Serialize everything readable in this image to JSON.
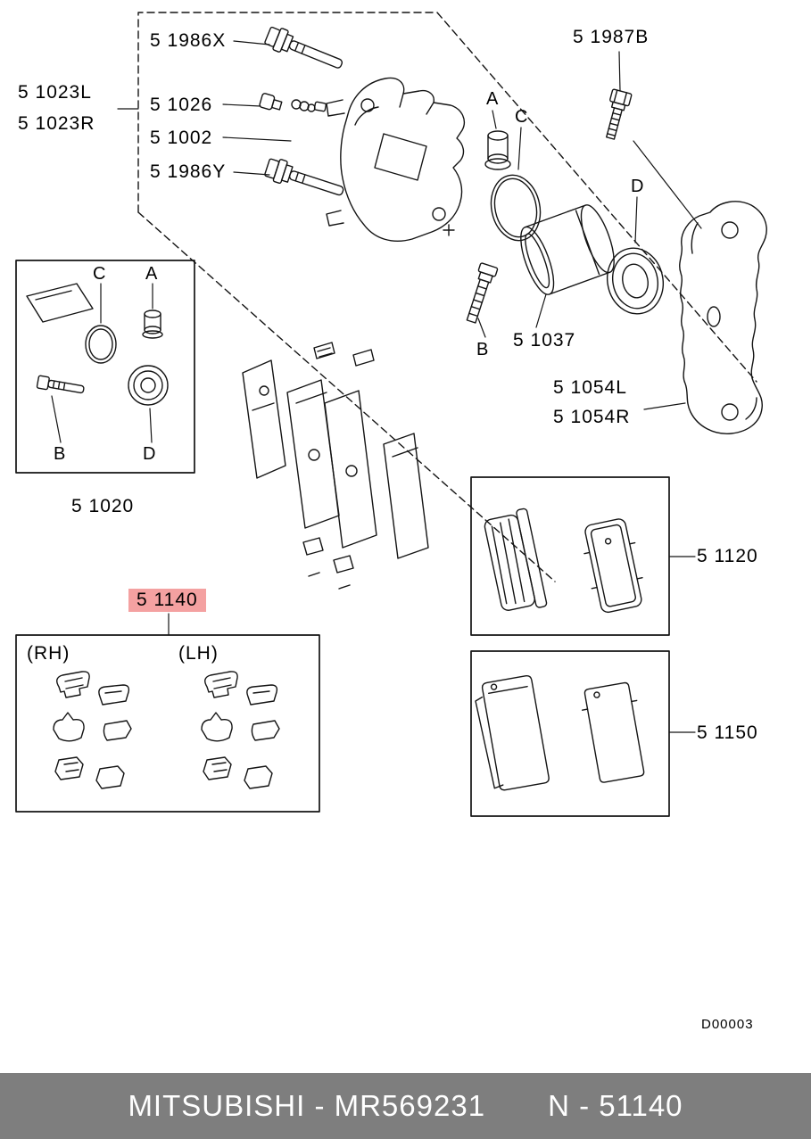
{
  "diagram": {
    "drawing_code": "D00003",
    "highlight_color": "#f4a1a1",
    "callouts": {
      "pin_upper": "5 1986X",
      "caliper_lh": "5 1023L",
      "caliper_rh": "5 1023R",
      "fitting": "5 1026",
      "bleeder": "5 1002",
      "pin_lower": "5 1986Y",
      "bracket_bolt": "5 1987B",
      "piston": "5 1037",
      "bracket_lh": "5 1054L",
      "bracket_rh": "5 1054R",
      "seal_kit": "5 1020",
      "pad_set": "5 1120",
      "clip_kit": "5 1140",
      "shim_set": "5 1150"
    },
    "letters": {
      "a": "A",
      "b": "B",
      "c": "C",
      "d": "D"
    },
    "seal_kit_box": {
      "c": "C",
      "a": "A",
      "b": "B",
      "d": "D"
    },
    "clip_kit_box": {
      "rh": "(RH)",
      "lh": "(LH)"
    }
  },
  "footer": {
    "bar_color": "#7e7e7e",
    "brand_part": "MITSUBISHI - MR569231",
    "ref": "N - 51140"
  }
}
